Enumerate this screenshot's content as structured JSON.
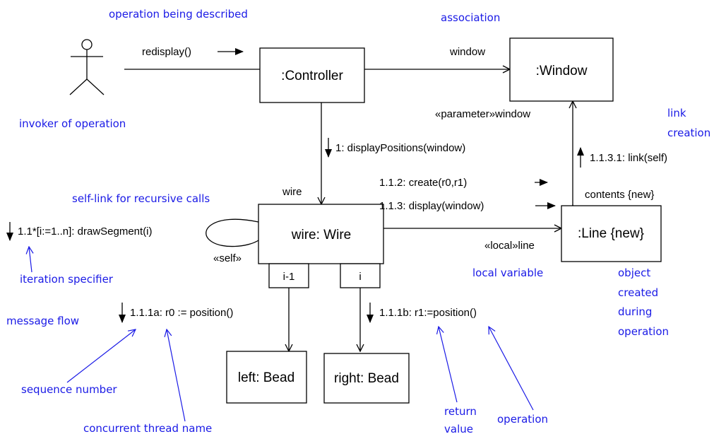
{
  "objects": {
    "controller": ":Controller",
    "window": ":Window",
    "wire": "wire: Wire",
    "line": ":Line {new}",
    "left_bead": "left: Bead",
    "right_bead": "right: Bead"
  },
  "qualifiers": {
    "left": "i-1",
    "right": "i"
  },
  "messages": {
    "redisplay": "redisplay()",
    "display_positions": "1: displayPositions(window)",
    "create": "1.1.2: create(r0,r1)",
    "display": "1.1.3: display(window)",
    "link": "1.1.3.1: link(self)",
    "draw_segment": "1.1*[i:=1..n]: drawSegment(i)",
    "position_a": "1.1.1a: r0 := position()",
    "position_b": "1.1.1b: r1:=position()"
  },
  "link_labels": {
    "window_role": "window",
    "parameter_window": "«parameter»window",
    "wire_role": "wire",
    "contents": "contents {new}",
    "local_line": "«local»line",
    "self": "«self»"
  },
  "annotations": {
    "operation_described": "operation being described",
    "association": "association",
    "invoker": "invoker of operation",
    "link_creation_1": "link",
    "link_creation_2": "creation",
    "self_link": "self-link for recursive calls",
    "iteration": "iteration specifier",
    "local_variable": "local variable",
    "object_created_1": "object",
    "object_created_2": "created",
    "object_created_3": "during",
    "object_created_4": "operation",
    "message_flow": "message flow",
    "sequence_number": "sequence number",
    "concurrent_thread": "concurrent thread name",
    "return_value_1": "return",
    "return_value_2": "value",
    "operation": "operation"
  },
  "colors": {
    "annotation": "#1a1ae6",
    "ink": "#000000"
  }
}
